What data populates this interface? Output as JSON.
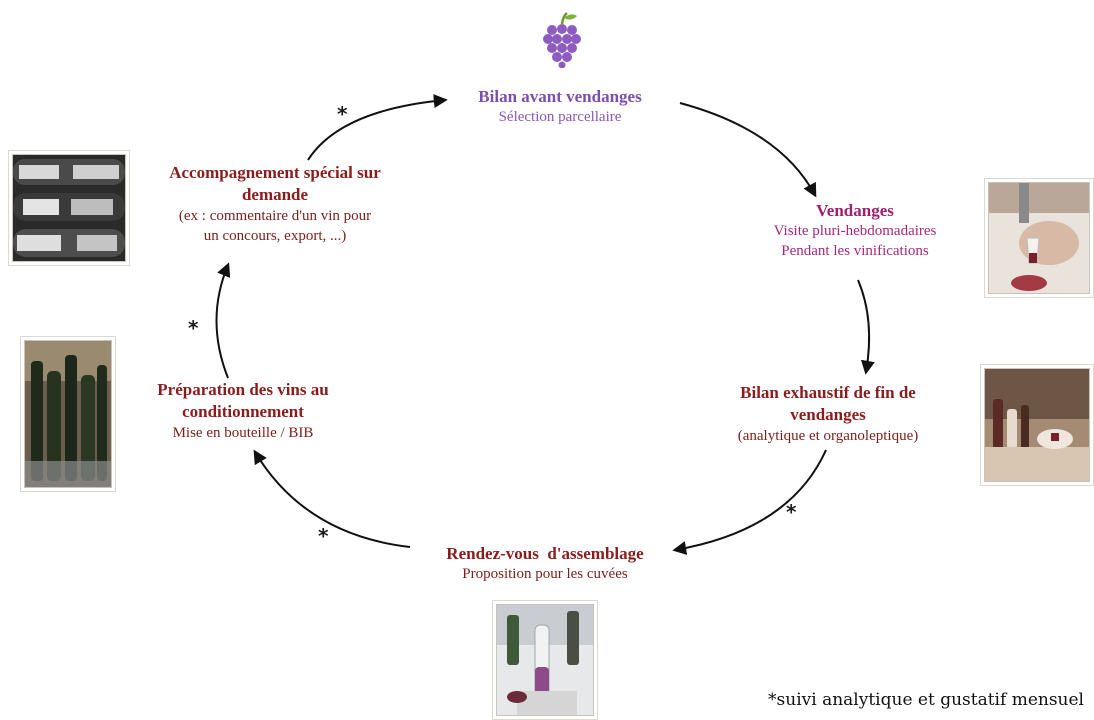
{
  "steps": {
    "bilan_avant": {
      "title": "Bilan avant vendanges",
      "subtitle": "Sélection parcellaire"
    },
    "vendanges": {
      "title": "Vendanges",
      "line1": "Visite pluri-hebdomadaires",
      "line2": "Pendant les vinifications"
    },
    "bilan_exhaustif": {
      "title1": "Bilan exhaustif de fin de",
      "title2": "vendanges",
      "subtitle": "(analytique et organoleptique)"
    },
    "rendez_vous": {
      "title": "Rendez-vous  d'assemblage",
      "subtitle": "Proposition pour les cuvées"
    },
    "preparation": {
      "title1": "Préparation des vins au",
      "title2": "conditionnement",
      "subtitle": "Mise en bouteille / BIB"
    },
    "accompagnement": {
      "title1": "Accompagnement spécial sur",
      "title2": "demande",
      "line1": "(ex : commentaire d'un vin pour",
      "line2": "un concours, export, ...)"
    }
  },
  "markers": {
    "star": "*"
  },
  "footnote": "*suivi analytique et gustatif mensuel",
  "icons": {
    "top": "grape-icon"
  },
  "colors": {
    "purple": "#7b4fb0",
    "magenta": "#a11f6e",
    "wine": "#8b1c1c",
    "arrow": "#1a1a1a"
  }
}
